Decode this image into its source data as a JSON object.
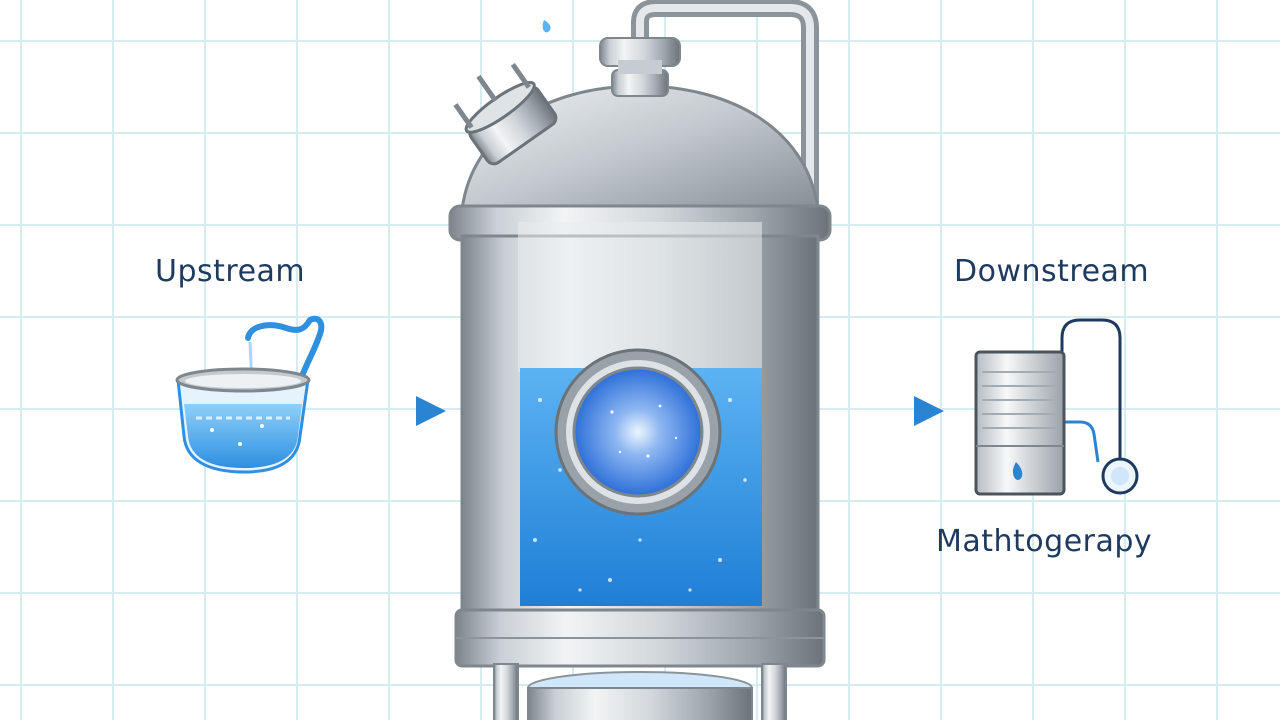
{
  "labels": {
    "upstream": "Upstream",
    "downstream": "Downstream",
    "downstream_process": "Mathtogerapy"
  },
  "colors": {
    "liquid": "#2f90e0",
    "steel": "#b8bfc6",
    "arrow": "#2a84d2",
    "text": "#1e3a5f",
    "grid": "#d6ecf0"
  },
  "icons": {
    "source": "water-beaker-icon",
    "vessel": "bioreactor-tank-icon",
    "column": "chromatography-column-icon",
    "flow": "arrow-right-icon"
  }
}
